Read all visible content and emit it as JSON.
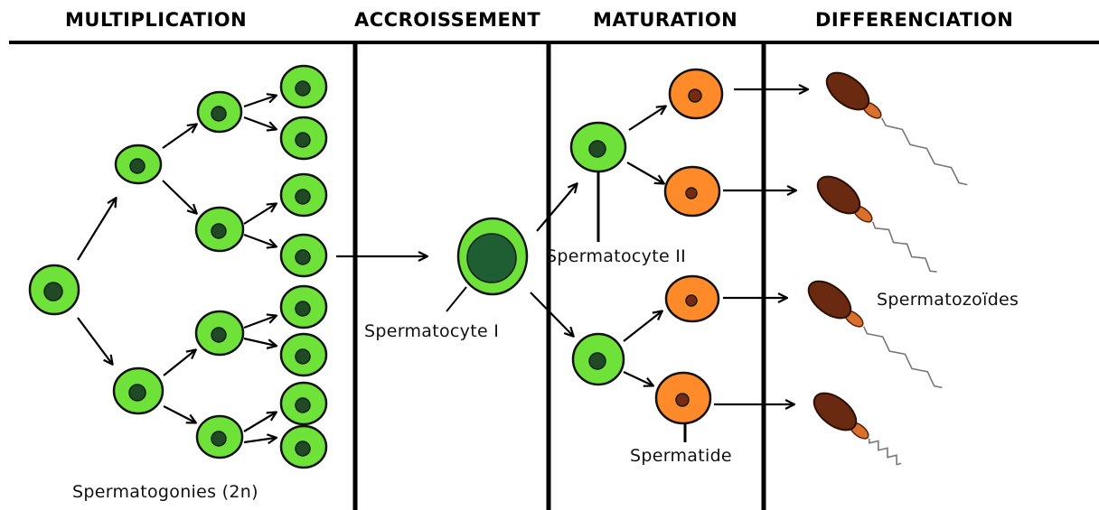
{
  "headings": {
    "multiplication": "MULTIPLICATION",
    "accroissement": "ACCROISSEMENT",
    "maturation": "MATURATION",
    "differenciation": "DIFFERENCIATION"
  },
  "labels": {
    "spermatogonies": "Spermatogonies (2n)",
    "spermatocyte_1": "Spermatocyte I",
    "spermatocyte_2": "Spermatocyte II",
    "spermatide": "Spermatide",
    "spermatozoides": "Spermatozoïdes"
  },
  "colors": {
    "spermatogonium_fill": "#6fe23a",
    "spermatogonium_nucleus": "#1f4a24",
    "spermatocyte_nucleus": "#1e5e32",
    "spermatid_fill": "#ff8a2a",
    "spermatid_nucleus": "#7a2a10",
    "sperm_head": "#6a2a12",
    "sperm_midpiece": "#d9702e",
    "line": "#000000"
  }
}
